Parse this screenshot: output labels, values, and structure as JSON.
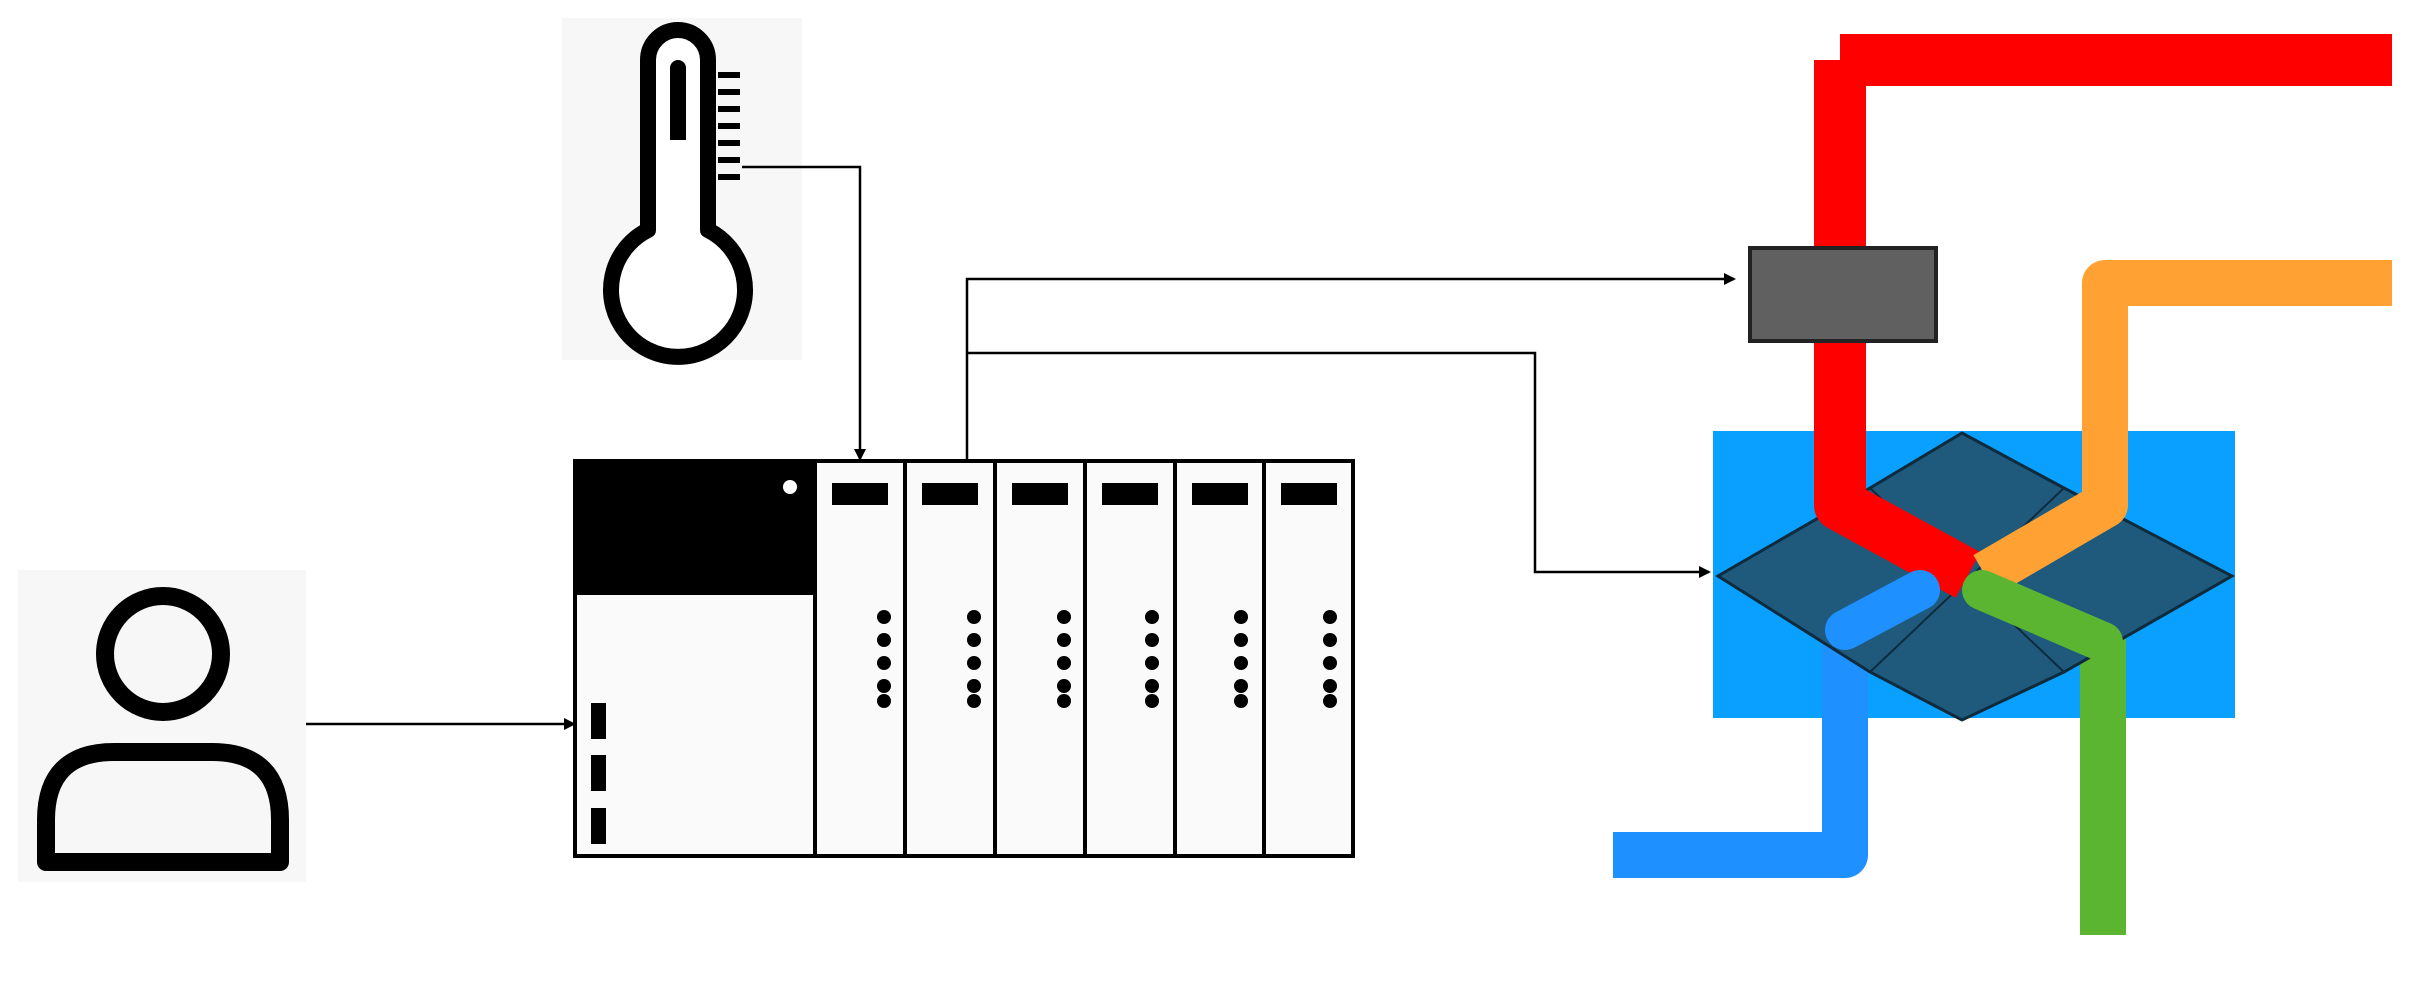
{
  "diagram": {
    "nodes": [
      {
        "id": "operator",
        "icon": "person-icon"
      },
      {
        "id": "temperature-sensor",
        "icon": "thermometer-icon"
      },
      {
        "id": "plc",
        "icon": "plc-rack-icon"
      },
      {
        "id": "flow-actuator",
        "icon": "actuator-block-icon"
      },
      {
        "id": "mixing-valve",
        "icon": "mixing-valve-icon"
      }
    ],
    "edges": [
      {
        "from": "operator",
        "to": "plc"
      },
      {
        "from": "temperature-sensor",
        "to": "plc"
      },
      {
        "from": "plc",
        "to": "flow-actuator"
      },
      {
        "from": "plc",
        "to": "mixing-valve"
      }
    ],
    "plc": {
      "io_module_count": 6
    },
    "pipes": [
      {
        "name": "red",
        "color": "#ff0000"
      },
      {
        "name": "orange",
        "color": "#ffa233"
      },
      {
        "name": "blue",
        "color": "#1e90ff"
      },
      {
        "name": "green",
        "color": "#5cb531"
      }
    ],
    "colors": {
      "valve_body": "#0aa0ff",
      "valve_diamond": "#1f5a7d",
      "actuator": "#606060",
      "line": "#000000"
    }
  }
}
